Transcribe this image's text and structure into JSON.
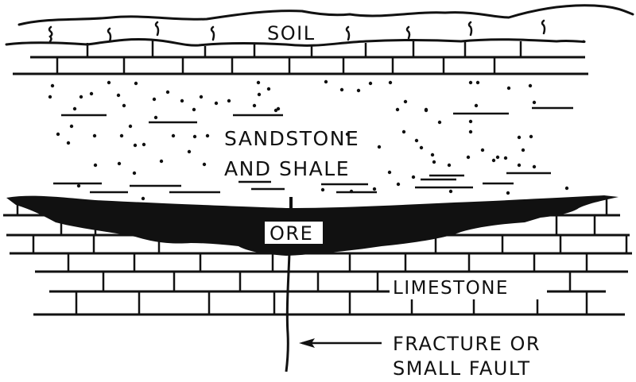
{
  "diagram": {
    "type": "geologic cross-section",
    "colors": {
      "ink": "#111111",
      "background": "#ffffff"
    },
    "layers": [
      {
        "id": "soil",
        "label": "SOIL"
      },
      {
        "id": "sandstone",
        "label_line1": "SANDSTONE",
        "label_line2": "AND SHALE"
      },
      {
        "id": "ore",
        "label": "ORE"
      },
      {
        "id": "limestone",
        "label": "LIMESTONE"
      }
    ],
    "annotations": {
      "fracture_line1": "FRACTURE OR",
      "fracture_line2": "SMALL FAULT"
    }
  }
}
